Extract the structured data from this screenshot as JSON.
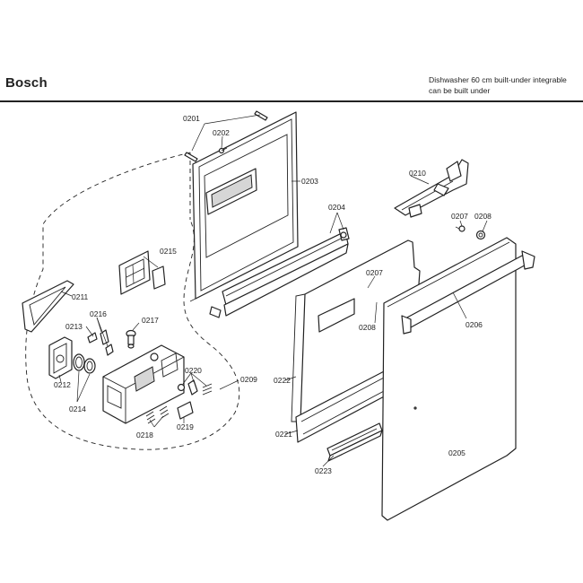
{
  "header": {
    "brand": "Bosch",
    "title_line1": "Dishwasher 60 cm built-under integrable",
    "title_line2": "can be built under"
  },
  "labels": {
    "p0201": "0201",
    "p0202": "0202",
    "p0203": "0203",
    "p0204": "0204",
    "p0205": "0205",
    "p0206": "0206",
    "p0207a": "0207",
    "p0207b": "0207",
    "p0208a": "0208",
    "p0208b": "0208",
    "p0209": "0209",
    "p0210": "0210",
    "p0211": "0211",
    "p0212": "0212",
    "p0213": "0213",
    "p0214": "0214",
    "p0215": "0215",
    "p0216": "0216",
    "p0217": "0217",
    "p0218": "0218",
    "p0219": "0219",
    "p0220": "0220",
    "p0221": "0221",
    "p0222": "0222",
    "p0223": "0223"
  }
}
